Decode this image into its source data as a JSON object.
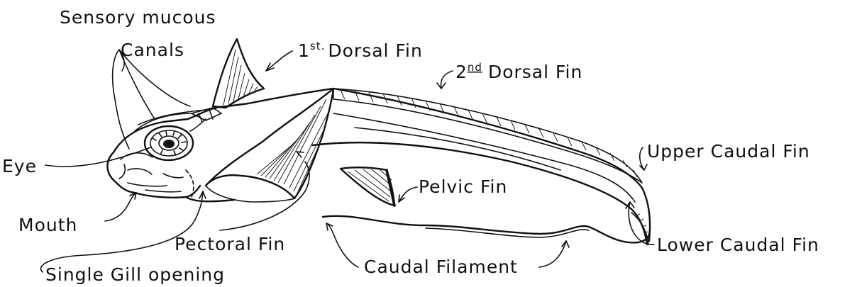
{
  "labels": {
    "sensory": "Sensory mucous",
    "canals": "Canals",
    "first_dorsal_num": "1",
    "first_dorsal_sup": "st.",
    "first_dorsal_text": "Dorsal Fin",
    "second_dorsal_num": "2",
    "second_dorsal_sup": "nd",
    "second_dorsal_text": "Dorsal Fin",
    "upper_caudal": "Upper Caudal Fin",
    "eye": "Eye",
    "pelvic": "Pelvic Fin",
    "mouth": "Mouth",
    "pectoral": "Pectoral Fin",
    "lower_caudal": "Lower Caudal Fin",
    "caudal_filament": "Caudal Filament",
    "gill": "Single Gill opening"
  }
}
